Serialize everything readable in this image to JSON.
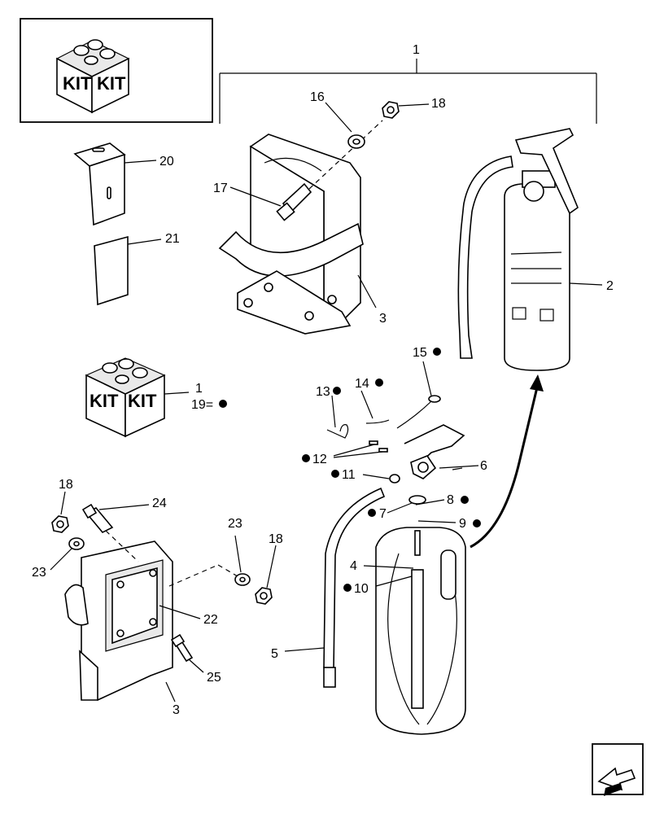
{
  "kit_box": {
    "left_text": "KIT",
    "right_text": "KIT"
  },
  "kit_box_small": {
    "left_text": "KIT",
    "right_text": "KIT"
  },
  "callouts": {
    "c1_top": "1",
    "c2": "2",
    "c3_upper": "3",
    "c3_lower": "3",
    "c4": "4",
    "c5": "5",
    "c6": "6",
    "c7": "7",
    "c8": "8",
    "c9": "9",
    "c10": "10",
    "c11": "11",
    "c12": "12",
    "c13": "13",
    "c14": "14",
    "c15": "15",
    "c16": "16",
    "c17": "17",
    "c18_top": "18",
    "c18_left": "18",
    "c18_right": "18",
    "c20": "20",
    "c21": "21",
    "c22": "22",
    "c23_left": "23",
    "c23_right": "23",
    "c24": "24",
    "c25": "25",
    "c1_kit": "1",
    "c19_kit": "19="
  },
  "icons": {
    "bullet": "filled-circle-icon",
    "nav": "previous-page-arrow-icon"
  }
}
